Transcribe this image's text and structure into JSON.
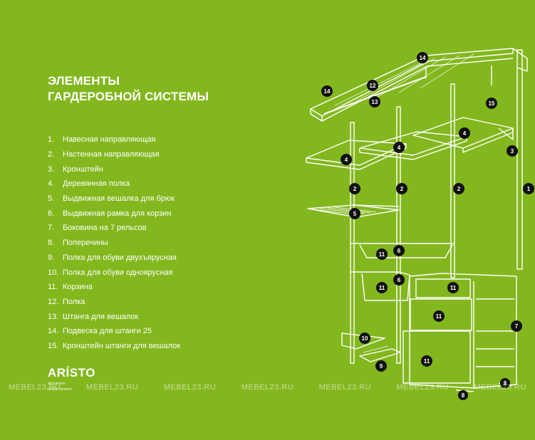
{
  "heading": {
    "line1": "ЭЛЕМЕНТЫ",
    "line2": "ГАРДЕРОБНОЙ СИСТЕМЫ"
  },
  "items": [
    {
      "num": "1.",
      "label": "Навесная направляющая"
    },
    {
      "num": "2.",
      "label": "Настенная направляющая"
    },
    {
      "num": "3.",
      "label": "Кронштейн"
    },
    {
      "num": "4.",
      "label": "Деревянная полка"
    },
    {
      "num": "5.",
      "label": "Выдвижная вешалка для брюк"
    },
    {
      "num": "6.",
      "label": "Выдвижная рамка для корзин"
    },
    {
      "num": "7.",
      "label": "Боковина на 7 рельсов"
    },
    {
      "num": "8.",
      "label": "Поперечины"
    },
    {
      "num": "9.",
      "label": "Полка для обуви двухъярусная"
    },
    {
      "num": "10.",
      "label": "Полка для обуви одноярусная"
    },
    {
      "num": "11.",
      "label": "Корзина"
    },
    {
      "num": "12.",
      "label": "Полка"
    },
    {
      "num": "13.",
      "label": "Штанга для вешалок"
    },
    {
      "num": "14.",
      "label": "Подвеска для штанги 25"
    },
    {
      "num": "15.",
      "label": "Кронштейн штанги для вешалок"
    }
  ],
  "logo": {
    "brand": "ARÍSTO",
    "sub1": "aluminium",
    "sub2": "profile system"
  },
  "watermark": [
    "MEBEL23.RU",
    "MEBEL23.RU",
    "MEBEL23.RU",
    "MEBEL23.RU",
    "MEBEL23.RU",
    "MEBEL23.RU",
    "MEBEL23.RU"
  ],
  "diagram_labels": [
    "14",
    "12",
    "13",
    "14",
    "15",
    "4",
    "4",
    "4",
    "3",
    "2",
    "2",
    "2",
    "1",
    "5",
    "11",
    "6",
    "11",
    "6",
    "11",
    "11",
    "7",
    "10",
    "11",
    "9",
    "8",
    "8"
  ],
  "colors": {
    "background": "#83b71e",
    "text": "#ffffff",
    "badge": "#111111"
  }
}
